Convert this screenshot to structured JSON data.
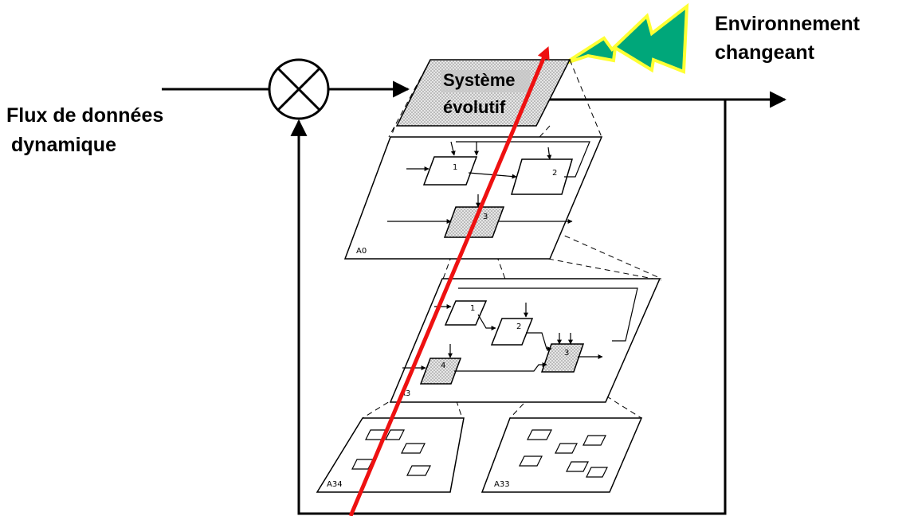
{
  "labels": {
    "input_flow": [
      "Flux de données",
      "dynamique"
    ],
    "environment": [
      "Environnement",
      "changeant"
    ],
    "system": [
      "Système",
      "évolutif"
    ]
  },
  "levels": {
    "a0": {
      "name": "A0",
      "boxes": [
        "1",
        "2",
        "3"
      ]
    },
    "a3": {
      "name": "A3",
      "boxes": [
        "1",
        "2",
        "3",
        "4"
      ]
    },
    "a34": {
      "name": "A34"
    },
    "a33": {
      "name": "A33"
    }
  },
  "colors": {
    "evolution_arrow": "#ee1111",
    "lightning_fill": "#00a77a",
    "lightning_outline": "#ffff33",
    "hatch": "#999999"
  },
  "icons": {
    "summing_junction": "circle-x-icon",
    "environment": "lightning-icon"
  }
}
